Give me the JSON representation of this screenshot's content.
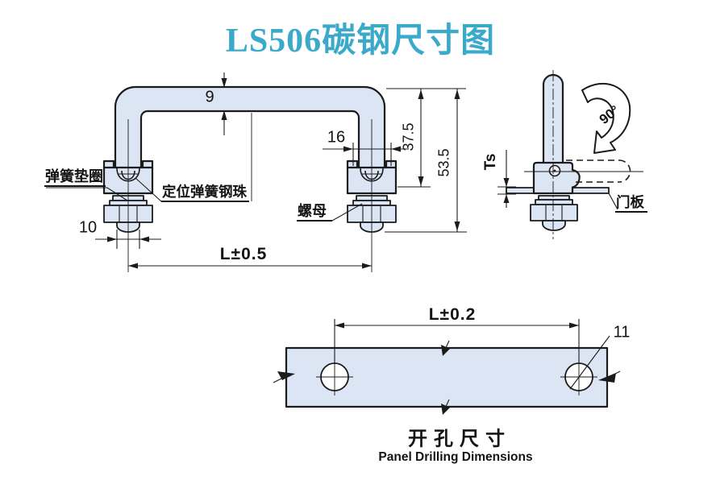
{
  "title": "LS506碳钢尺寸图",
  "front": {
    "tube_diameter": "9",
    "bracket_width": "16",
    "height_to_panel": "37.5",
    "total_height": "53.5",
    "stud_width": "10",
    "center_distance": "L±0.5",
    "label_spring_washer": "弹簧垫圈",
    "label_detent_ball": "定位弹簧钢珠",
    "label_nut": "螺母"
  },
  "side": {
    "panel_thickness": "Ts",
    "rotation_angle": "90°",
    "label_door_panel": "门板"
  },
  "panel": {
    "hole_center_distance": "L±0.2",
    "hole_diameter": "11",
    "caption_zh": "开孔尺寸",
    "caption_en": "Panel Drilling Dimensions"
  },
  "colors": {
    "title": "#3BA9C9",
    "part_fill": "#DCE5F3",
    "line": "#1B1B1B"
  }
}
